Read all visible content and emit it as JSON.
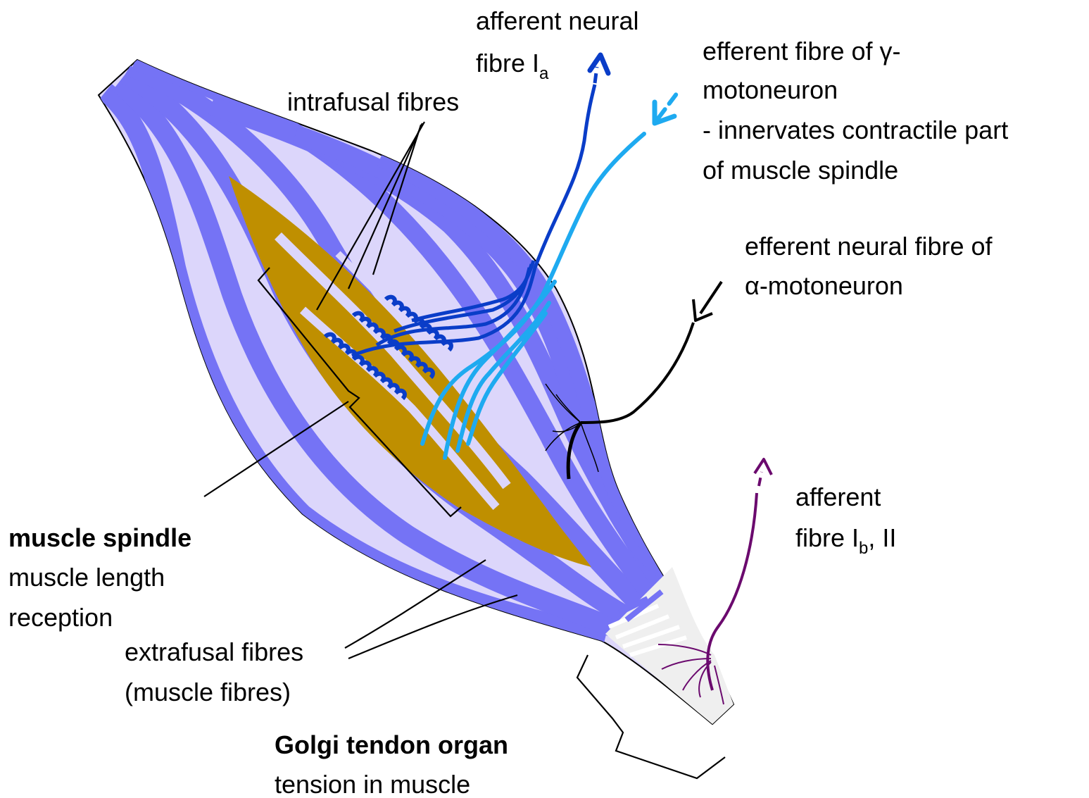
{
  "colors": {
    "background": "#ffffff",
    "muscle_sheath": "#dcd6fb",
    "extrafusal_fibre": "#7573f5",
    "spindle_capsule": "#bf8f00",
    "afferent_Ia": "#0a3dc8",
    "efferent_gamma": "#1eaaf0",
    "efferent_alpha": "#000000",
    "afferent_Ib": "#6b0a6e",
    "tendon": "#efefef"
  },
  "labels": {
    "afferent_Ia_line1": "afferent neural",
    "afferent_Ia_line2": "fibre I",
    "afferent_Ia_sub": "a",
    "intrafusal": "intrafusal fibres",
    "gamma_line1": "efferent fibre of  γ-",
    "gamma_line2": "motoneuron",
    "gamma_line3": "- innervates contractile part",
    "gamma_line4": "of muscle spindle",
    "alpha_line1": "efferent neural fibre of",
    "alpha_line2": "α-motoneuron",
    "afferent_Ib_line1": "afferent",
    "afferent_Ib_line2": "fibre I",
    "afferent_Ib_sub": "b",
    "afferent_Ib_suffix": ", II",
    "spindle_title": "muscle spindle",
    "spindle_line2": "muscle length",
    "spindle_line3": "reception",
    "extrafusal_line1": "extrafusal fibres",
    "extrafusal_line2": "(muscle fibres)",
    "golgi_title": "Golgi tendon organ",
    "golgi_line2": "tension in muscle"
  },
  "icons": {
    "afferent_Ia_arrow": "arrow-up-icon",
    "gamma_arrow": "arrow-down-left-icon",
    "alpha_arrow": "arrow-down-left-icon",
    "afferent_Ib_arrow": "arrow-up-icon"
  }
}
